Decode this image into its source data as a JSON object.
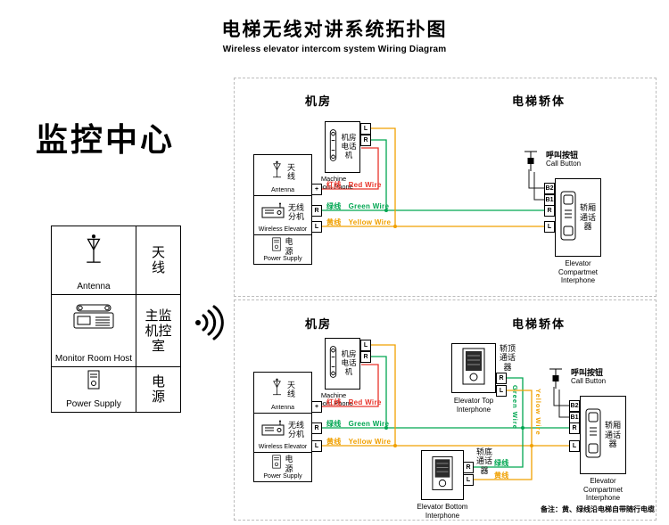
{
  "header": {
    "title": "电梯无线对讲系统拓扑图",
    "subtitle": "Wireless elevator intercom system Wiring Diagram"
  },
  "monitor": {
    "heading": "监控中心",
    "rows": [
      {
        "cn": "天\n线",
        "en": "Antenna"
      },
      {
        "cn": "主监\n机控\n室",
        "en": "Monitor Room Host"
      },
      {
        "cn": "电\n源",
        "en": "Power Supply"
      }
    ]
  },
  "section_titles": {
    "machine_room": "机房",
    "elevator_car": "电梯轿体"
  },
  "components": {
    "machine_phone": {
      "cn": "机房\n电话\n机",
      "en": "Machine\nRoom Phone"
    },
    "wx_antenna": {
      "cn": "天\n线",
      "en": "Antenna"
    },
    "wx_ext": {
      "cn": "无线\n分机",
      "en": "Wireless Elevator"
    },
    "wx_power": {
      "cn": "电\n源",
      "en": "Power Supply"
    },
    "call_button": {
      "cn": "呼叫按钮",
      "en": "Call Button"
    },
    "compartment": {
      "cn": "轿厢\n通话\n器",
      "en": "Elevator\nCompartmet\nInterphone"
    },
    "top_interphone": {
      "cn": "轿顶\n通话\n器",
      "en": "Elevator Top\nInterphone"
    },
    "bottom_interphone": {
      "cn": "轿底\n通话\n器",
      "en": "Elevator Bottom\nInterphone"
    }
  },
  "wires": {
    "red": {
      "cn": "红线",
      "en": "Red Wire",
      "color": "#e8342a"
    },
    "green": {
      "cn": "绿线",
      "en": "Green Wire",
      "color": "#00a651"
    },
    "yellow": {
      "cn": "黄线",
      "en": "Yellow Wire",
      "color": "#f0a000"
    }
  },
  "terminals": {
    "plus": "+",
    "r": "R",
    "l": "L",
    "b2": "B2",
    "b1": "B1"
  },
  "note": "备注：黄、绿线沿电梯自带随行电缆"
}
